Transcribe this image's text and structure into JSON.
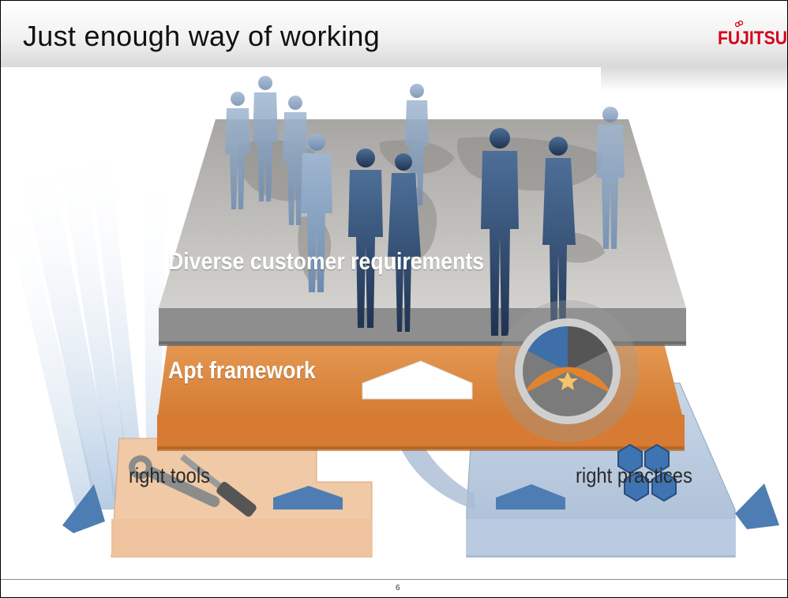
{
  "slide": {
    "title": "Just enough way of working",
    "logo_text": "FUJITSU",
    "page_number": "6"
  },
  "diagram": {
    "top_layer_label": "Diverse customer requirements",
    "middle_layer_label": "Apt framework",
    "bottom_left_label": "right tools",
    "bottom_right_label": "right practices"
  },
  "colors": {
    "top_layer": "#8f8f8f",
    "middle_layer": "#d9823c",
    "tools_layer": "#f0c9a6",
    "practices_layer": "#b8c9de",
    "figures": "#3a5a80",
    "logo_red": "#d6001c"
  },
  "icons": [
    "world-map",
    "people-silhouettes",
    "cycle-wheel-icon",
    "wrench-icon",
    "screwdriver-icon",
    "hexagon-cluster-icon",
    "triangle-arrow-icon"
  ]
}
